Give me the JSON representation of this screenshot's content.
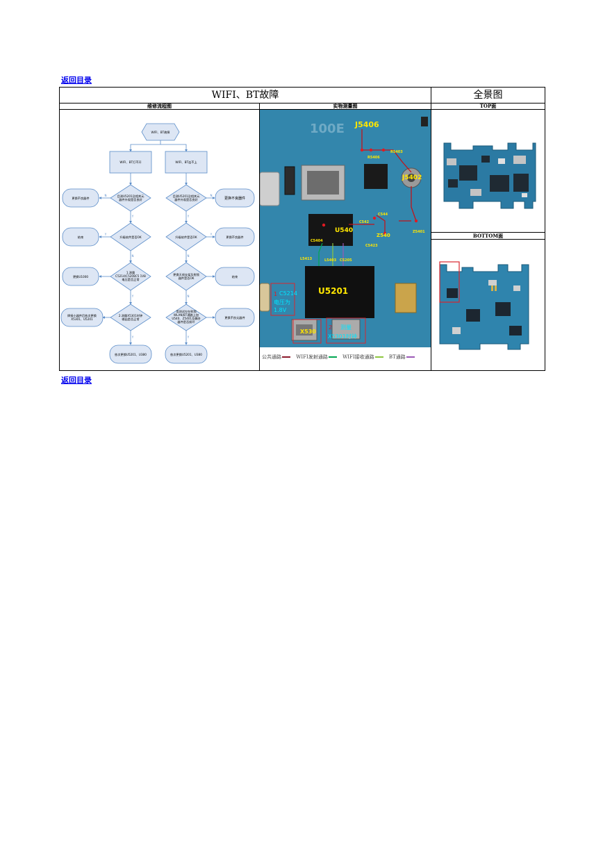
{
  "links": {
    "back_top": "返回目录",
    "back_bottom": "返回目录"
  },
  "table": {
    "title": "WIFI、BT故障",
    "panorama_title": "全景图",
    "col_flow": "维修流程图",
    "col_photo": "实物测量图",
    "top_label": "TOP面",
    "bottom_label": "BOTTOM面"
  },
  "flowchart": {
    "start": "WIFI、BT故障",
    "left": {
      "branch": "WIFI、BT打不开",
      "q1": [
        "目测U5201及相关元",
        "器件外观是否良好"
      ],
      "a1": "更换不良器件",
      "q2": "升级软件是否OK",
      "a2": "结束",
      "q3": [
        "1.测量",
        "C5214/C5208C5 1V8",
        "电压是否正常"
      ],
      "a3": "更换U1000",
      "q4": [
        "2.测量X5301时钟",
        "输出是否正常"
      ],
      "a4": [
        "焊接小器件后依次更换",
        "X5301、U5201"
      ],
      "end": "依次更换U5201、U380"
    },
    "right": {
      "branch": "WIFI、BT连不上",
      "q1": [
        "目测U5201及相关元",
        "器件外观是否良好"
      ],
      "a1": "更换不良器件",
      "q2": "升级软件是否OK",
      "a2": "更换不良器件",
      "q3": [
        "更换天线支架及射频",
        "器件是否OK"
      ],
      "a3": "结束",
      "q4": [
        "用测试仪在射频",
        "WLAN/BT通路上加",
        "U540、Z5401及耦合",
        "器件是否损坏"
      ],
      "a4": "更换不良元器件",
      "end": "依次更换U5201、U380"
    },
    "yes": "Y",
    "no": "N"
  },
  "board_labels": {
    "silk": "100E",
    "j5406": "J5406",
    "r5406": "R5406",
    "r5403": "R5403",
    "j5402": "J5402",
    "c544": "C544",
    "c542": "C542",
    "u540": "U540",
    "z540": "Z540",
    "z5401": "Z5401",
    "c5404": "C5404",
    "c5423": "C5423",
    "l5413": "L5413",
    "l5403": "L5403",
    "c5205": "C5205",
    "u5201": "U5201",
    "c5214": "C5214",
    "volt": "电压为",
    "volt_value": "1.8V",
    "x530": "X530",
    "measure": "测量",
    "clock": "X5301时钟",
    "num1": "1",
    "num2": "2"
  },
  "legend": {
    "common": "公共通路",
    "wifi_tx": "WIFI发射通路",
    "wifi_rx": "WIFI接收通路",
    "bt": "BT通路",
    "colors": {
      "common": "#8b1a2b",
      "wifi_tx": "#00a651",
      "wifi_rx": "#8dc63f",
      "bt": "#9b59b6"
    }
  }
}
